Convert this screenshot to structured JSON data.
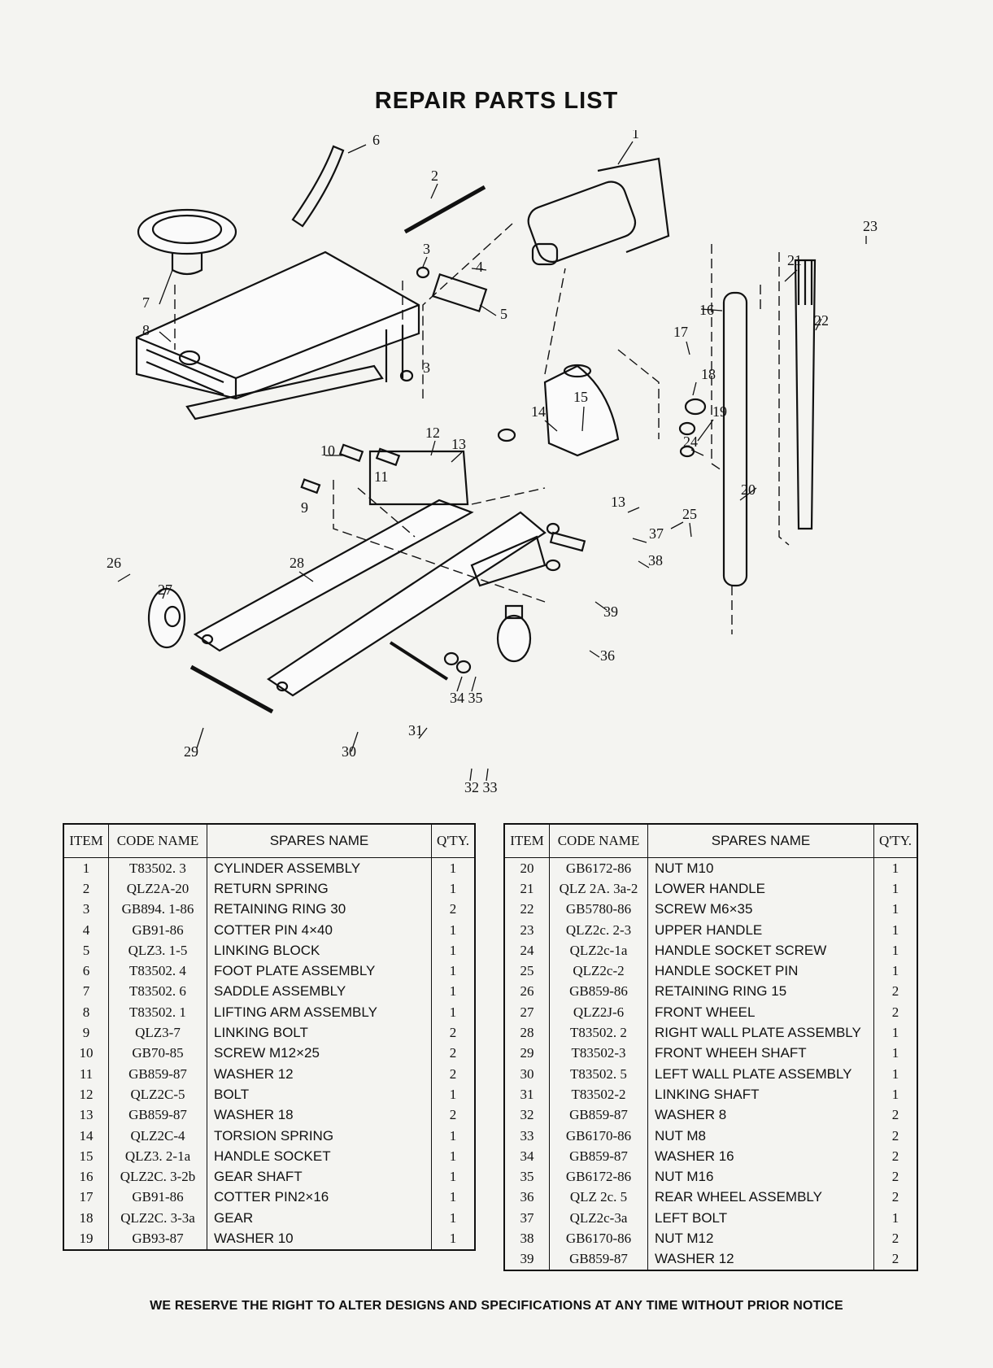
{
  "title": "REPAIR PARTS LIST",
  "diagram": {
    "callouts": [
      "1",
      "2",
      "3",
      "3",
      "4",
      "5",
      "6",
      "7",
      "8",
      "9",
      "10",
      "11",
      "12",
      "13",
      "13",
      "14",
      "15",
      "16",
      "17",
      "18",
      "19",
      "20",
      "21",
      "22",
      "23",
      "24",
      "25",
      "26",
      "27",
      "28",
      "29",
      "30",
      "31",
      "32 33",
      "34 35",
      "36",
      "37",
      "38",
      "39"
    ]
  },
  "table": {
    "headers": {
      "item": "ITEM",
      "code": "CODE NAME",
      "name": "SPARES NAME",
      "qty": "Q'TY."
    },
    "left": [
      {
        "item": "1",
        "code": "T83502. 3",
        "name": "CYLINDER ASSEMBLY",
        "qty": "1"
      },
      {
        "item": "2",
        "code": "QLZ2A-20",
        "name": "RETURN SPRING",
        "qty": "1"
      },
      {
        "item": "3",
        "code": "GB894. 1-86",
        "name": "RETAINING RING 30",
        "qty": "2"
      },
      {
        "item": "4",
        "code": "GB91-86",
        "name": "COTTER PIN 4×40",
        "qty": "1"
      },
      {
        "item": "5",
        "code": "QLZ3. 1-5",
        "name": "LINKING BLOCK",
        "qty": "1"
      },
      {
        "item": "6",
        "code": "T83502. 4",
        "name": "FOOT PLATE ASSEMBLY",
        "qty": "1"
      },
      {
        "item": "7",
        "code": "T83502. 6",
        "name": "SADDLE ASSEMBLY",
        "qty": "1"
      },
      {
        "item": "8",
        "code": "T83502. 1",
        "name": "LIFTING ARM ASSEMBLY",
        "qty": "1"
      },
      {
        "item": "9",
        "code": "QLZ3-7",
        "name": "LINKING BOLT",
        "qty": "2"
      },
      {
        "item": "10",
        "code": "GB70-85",
        "name": "SCREW M12×25",
        "qty": "2"
      },
      {
        "item": "11",
        "code": "GB859-87",
        "name": "WASHER 12",
        "qty": "2"
      },
      {
        "item": "12",
        "code": "QLZ2C-5",
        "name": "BOLT",
        "qty": "1"
      },
      {
        "item": "13",
        "code": "GB859-87",
        "name": "WASHER 18",
        "qty": "2"
      },
      {
        "item": "14",
        "code": "QLZ2C-4",
        "name": "TORSION SPRING",
        "qty": "1"
      },
      {
        "item": "15",
        "code": "QLZ3. 2-1a",
        "name": "HANDLE SOCKET",
        "qty": "1"
      },
      {
        "item": "16",
        "code": "QLZ2C. 3-2b",
        "name": "GEAR SHAFT",
        "qty": "1"
      },
      {
        "item": "17",
        "code": "GB91-86",
        "name": "COTTER PIN2×16",
        "qty": "1"
      },
      {
        "item": "18",
        "code": "QLZ2C. 3-3a",
        "name": "GEAR",
        "qty": "1"
      },
      {
        "item": "19",
        "code": "GB93-87",
        "name": "WASHER 10",
        "qty": "1"
      }
    ],
    "right": [
      {
        "item": "20",
        "code": "GB6172-86",
        "name": "NUT M10",
        "qty": "1"
      },
      {
        "item": "21",
        "code": "QLZ 2A. 3a-2",
        "name": "LOWER HANDLE",
        "qty": "1"
      },
      {
        "item": "22",
        "code": "GB5780-86",
        "name": "SCREW M6×35",
        "qty": "1"
      },
      {
        "item": "23",
        "code": "QLZ2c. 2-3",
        "name": "UPPER HANDLE",
        "qty": "1"
      },
      {
        "item": "24",
        "code": "QLZ2c-1a",
        "name": "HANDLE SOCKET SCREW",
        "qty": "1"
      },
      {
        "item": "25",
        "code": "QLZ2c-2",
        "name": "HANDLE SOCKET PIN",
        "qty": "1"
      },
      {
        "item": "26",
        "code": "GB859-86",
        "name": "RETAINING RING 15",
        "qty": "2"
      },
      {
        "item": "27",
        "code": "QLZ2J-6",
        "name": "FRONT WHEEL",
        "qty": "2"
      },
      {
        "item": "28",
        "code": "T83502. 2",
        "name": "RIGHT WALL PLATE ASSEMBLY",
        "qty": "1"
      },
      {
        "item": "29",
        "code": "T83502-3",
        "name": "FRONT WHEEH SHAFT",
        "qty": "1"
      },
      {
        "item": "30",
        "code": "T83502. 5",
        "name": "LEFT WALL PLATE ASSEMBLY",
        "qty": "1"
      },
      {
        "item": "31",
        "code": "T83502-2",
        "name": "LINKING SHAFT",
        "qty": "1"
      },
      {
        "item": "32",
        "code": "GB859-87",
        "name": "WASHER 8",
        "qty": "2"
      },
      {
        "item": "33",
        "code": "GB6170-86",
        "name": "NUT M8",
        "qty": "2"
      },
      {
        "item": "34",
        "code": "GB859-87",
        "name": "WASHER 16",
        "qty": "2"
      },
      {
        "item": "35",
        "code": "GB6172-86",
        "name": "NUT M16",
        "qty": "2"
      },
      {
        "item": "36",
        "code": "QLZ 2c. 5",
        "name": "REAR WHEEL ASSEMBLY",
        "qty": "2"
      },
      {
        "item": "37",
        "code": "QLZ2c-3a",
        "name": "LEFT BOLT",
        "qty": "1"
      },
      {
        "item": "38",
        "code": "GB6170-86",
        "name": "NUT M12",
        "qty": "2"
      },
      {
        "item": "39",
        "code": "GB859-87",
        "name": "WASHER 12",
        "qty": "2"
      }
    ]
  },
  "footer": "WE RESERVE THE RIGHT TO ALTER DESIGNS AND SPECIFICATIONS AT ANY TIME WITHOUT PRIOR NOTICE"
}
